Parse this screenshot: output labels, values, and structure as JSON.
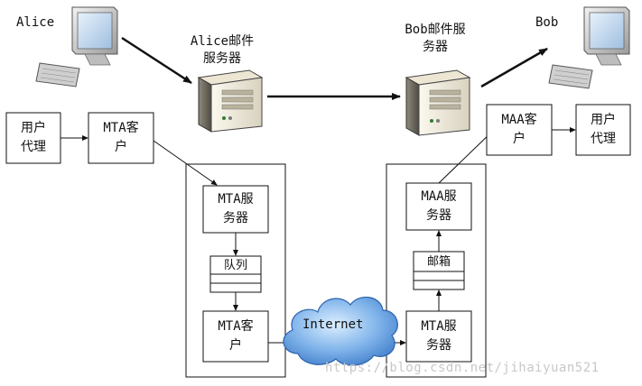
{
  "labels": {
    "alice": "Alice",
    "bob": "Bob",
    "alice_server_line1": "Alice邮件",
    "alice_server_line2": "服务器",
    "bob_server_line1": "Bob邮件服",
    "bob_server_line2": "务器"
  },
  "boxes": {
    "user_agent_left_line1": "用户",
    "user_agent_left_line2": "代理",
    "mta_client_top_line1": "MTA客",
    "mta_client_top_line2": "户",
    "mta_server_left_line1": "MTA服",
    "mta_server_left_line2": "务器",
    "queue": "队列",
    "mta_client_bottom_line1": "MTA客",
    "mta_client_bottom_line2": "户",
    "maa_server_line1": "MAA服",
    "maa_server_line2": "务器",
    "mailbox": "邮箱",
    "mta_server_right_line1": "MTA服",
    "mta_server_right_line2": "务器",
    "maa_client_line1": "MAA客",
    "maa_client_line2": "户",
    "user_agent_right_line1": "用户",
    "user_agent_right_line2": "代理"
  },
  "internet": "Internet",
  "watermark": "https://blog.csdn.net/jihaiyuan521",
  "icons": [
    "computer-icon",
    "server-icon",
    "cloud-icon"
  ]
}
